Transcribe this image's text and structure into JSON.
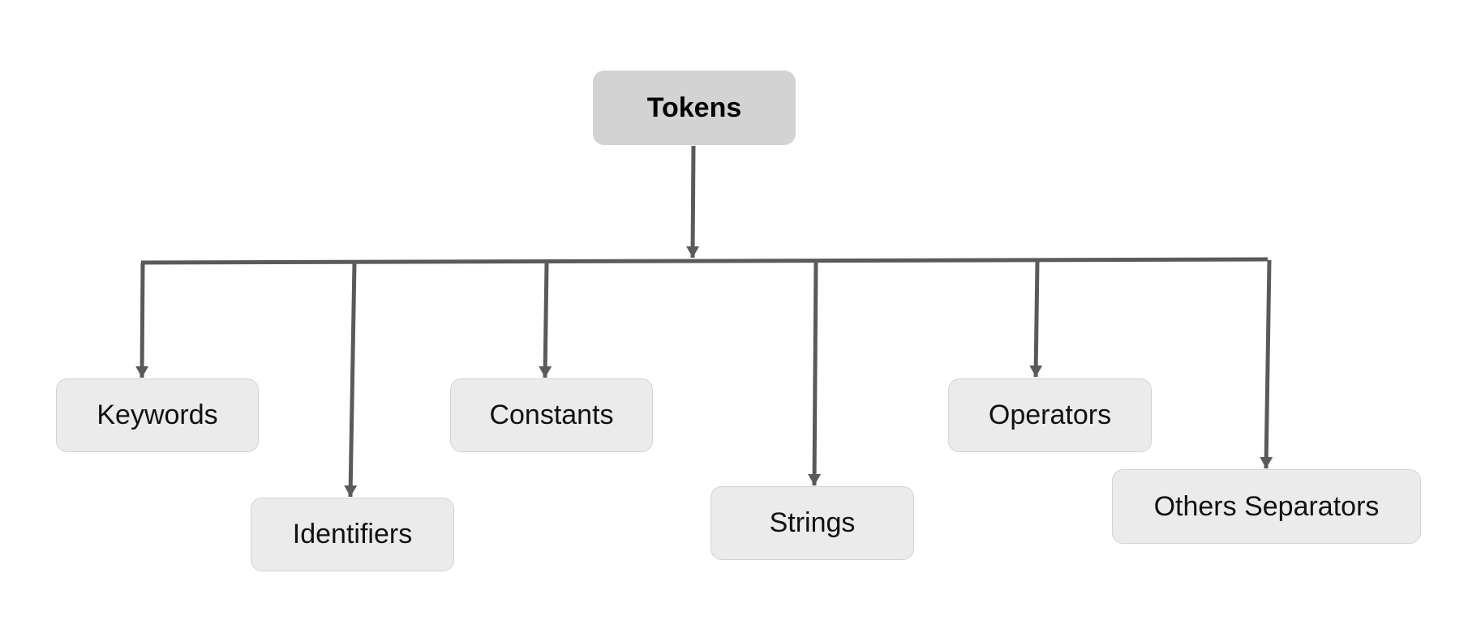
{
  "diagram": {
    "root": {
      "label": "Tokens"
    },
    "children": [
      {
        "id": "keywords",
        "label": "Keywords"
      },
      {
        "id": "identifiers",
        "label": "Identifiers"
      },
      {
        "id": "constants",
        "label": "Constants"
      },
      {
        "id": "strings",
        "label": "Strings"
      },
      {
        "id": "operators",
        "label": "Operators"
      },
      {
        "id": "others-separators",
        "label": "Others Separators"
      }
    ],
    "colors": {
      "connector": "#5a5a5a",
      "root_fill": "#d3d3d3",
      "child_fill": "#ebebeb",
      "child_border": "#d2d2d2"
    }
  }
}
